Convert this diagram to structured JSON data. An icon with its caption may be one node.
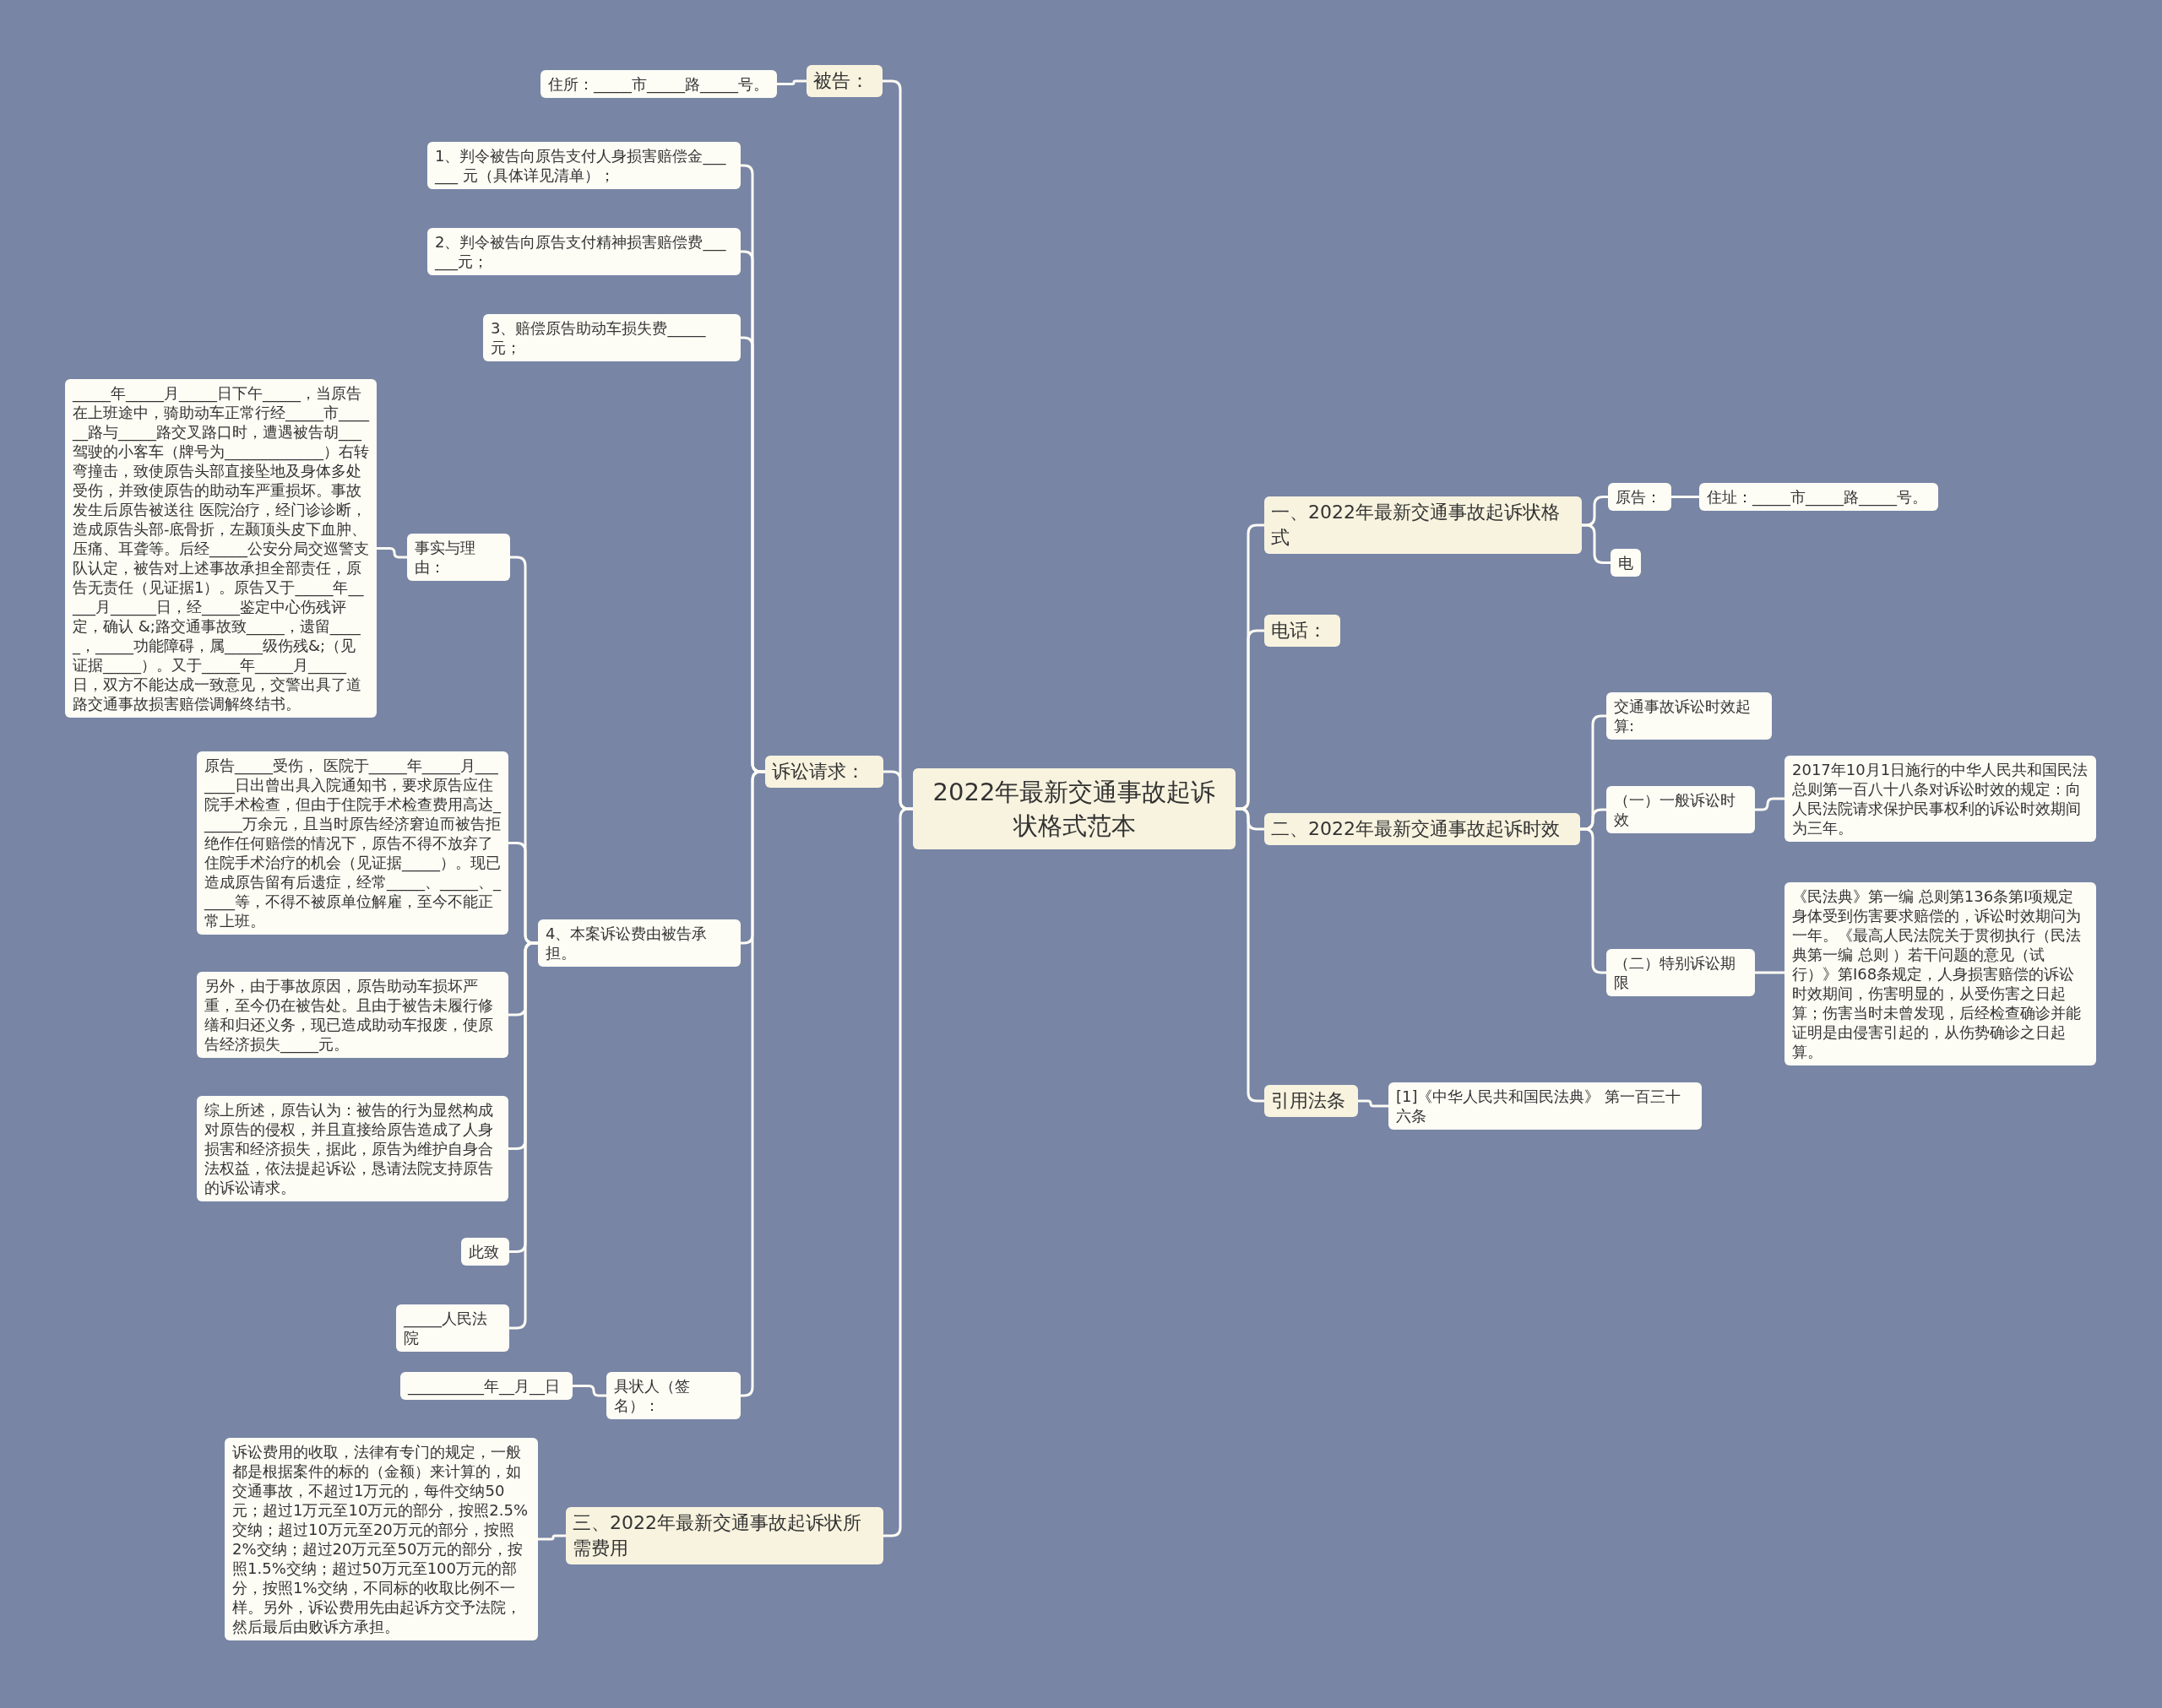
{
  "diagram": {
    "nodes": [
      {
        "text": [
          "2022年最新交通事故起诉状格式范本"
        ]
      },
      {
        "text": [
          "被告："
        ]
      },
      {
        "text": [
          "住所：_____市_____路_____号。"
        ]
      },
      {
        "text": [
          "诉讼请求："
        ]
      },
      {
        "text": [
          "1、判令被告向原告支付人身损害赔偿金______ 元（具体详见清单）；"
        ]
      },
      {
        "text": [
          "2、判令被告向原告支付精神损害赔偿费______元；"
        ]
      },
      {
        "text": [
          "3、赔偿原告助动车损失费_____元；"
        ]
      },
      {
        "text": [
          "4、本案诉讼费由被告承担。"
        ]
      },
      {
        "text": [
          "事实与理由："
        ]
      },
      {
        "text": [
          "_____年_____月_____日下午_____，当原告在上班途中，骑助动车正常行经_____市______路与_____路交叉路口时，遭遇被告胡___驾驶的小客车（牌号为_____________）右转弯撞击，致使原告头部直接坠地及身体多处受伤，并致使原告的助动车严重损坏。事故发生后原告被送往 医院治疗，经门诊诊断，造成原告头部-底骨折，左颞顶头皮下血肿、压痛、耳聋等。后经_____公安分局交巡警支队认定，被告对上述事故承担全部责任，原告无责任（见证据1）。原告又于_____年_____月______日，经_____鉴定中心伤残评定，确认 &;路交通事故致_____，遗留_____，_____功能障碍，属_____级伤残&;（见证据_____）。又于_____年_____月_____日，双方不能达成一致意见，交警出具了道路交通事故损害赔偿调解终结书。"
        ]
      },
      {
        "text": [
          "原告_____受伤， 医院于_____年_____月_______日出曾出具入院通知书，要求原告应住院手术检查，但由于住院手术检查费用高达______万余元，且当时原告经济窘迫而被告拒绝作任何赔偿的情况下，原告不得不放弃了住院手术治疗的机会（见证据_____）。现已造成原告留有后遗症，经常_____、_____、_____等，不得不被原单位解雇，至今不能正常上班。"
        ]
      },
      {
        "text": [
          "另外，由于事故原因，原告助动车损坏严重，至今仍在被告处。且由于被告未履行修缮和归还义务，现已造成助动车报废，使原告经济损失_____元。"
        ]
      },
      {
        "text": [
          "综上所述，原告认为：被告的行为显然构成对原告的侵权，并且直接给原告造成了人身损害和经济损失，据此，原告为维护自身合法权益，依法提起诉讼，恳请法院支持原告的诉讼请求。"
        ]
      },
      {
        "text": [
          "此致"
        ]
      },
      {
        "text": [
          "_____人民法院"
        ]
      },
      {
        "text": [
          "具状人（签名）："
        ]
      },
      {
        "text": [
          "__________年__月__日"
        ]
      },
      {
        "text": [
          "三、2022年最新交通事故起诉状所需费用"
        ]
      },
      {
        "text": [
          "诉讼费用的收取，法律有专门的规定，一般都是根据案件的标的（金额）来计算的，如交通事故，不超过1万元的，每件交纳50元；超过1万元至10万元的部分，按照2.5%交纳；超过10万元至20万元的部分，按照2%交纳；超过20万元至50万元的部分，按照1.5%交纳；超过50万元至100万元的部分，按照1%交纳，不同标的收取比例不一样。另外，诉讼费用先由起诉方交予法院，然后最后由败诉方承担。"
        ]
      },
      {
        "text": [
          "一、2022年最新交通事故起诉状格式"
        ]
      },
      {
        "text": [
          "原告："
        ]
      },
      {
        "text": [
          "住址：_____市_____路_____号。"
        ]
      },
      {
        "text": [
          "电"
        ]
      },
      {
        "text": [
          "电话："
        ]
      },
      {
        "text": [
          "二、2022年最新交通事故起诉时效"
        ]
      },
      {
        "text": [
          "交通事故诉讼时效起算:"
        ]
      },
      {
        "text": [
          "（一）一般诉讼时效"
        ]
      },
      {
        "text": [
          "2017年10月1日施行的中华人民共和国民法总则第一百八十八条对诉讼时效的规定：向人民法院请求保护民事权利的诉讼时效期间为三年。"
        ]
      },
      {
        "text": [
          "（二）特别诉讼期限"
        ]
      },
      {
        "text": [
          "《民法典》第一编 总则第136条第I项规定身体受到伤害要求赔偿的，诉讼时效期问为一年。《最高人民法院关于贯彻执行（民法典第一编 总则 ）若干问题的意见（试行）》第I68条规定，人身损害赔偿的诉讼时效期间，伤害明显的，从受伤害之日起算；伤害当时未曾发现，后经检查确诊并能证明是由侵害引起的，从伤势确诊之日起算。"
        ]
      },
      {
        "text": [
          "引用法条"
        ]
      },
      {
        "text": [
          "[1]《中华人民共和国民法典》 第一百三十六条"
        ]
      }
    ],
    "edges": [
      {
        "from": 0,
        "to": 1,
        "arrow": "none"
      },
      {
        "from": 1,
        "to": 2,
        "arrow": "none"
      },
      {
        "from": 0,
        "to": 3,
        "arrow": "none"
      },
      {
        "from": 3,
        "to": 4,
        "arrow": "none"
      },
      {
        "from": 3,
        "to": 5,
        "arrow": "none"
      },
      {
        "from": 3,
        "to": 6,
        "arrow": "none"
      },
      {
        "from": 3,
        "to": 7,
        "arrow": "none"
      },
      {
        "from": 7,
        "to": 8,
        "arrow": "none"
      },
      {
        "from": 8,
        "to": 9,
        "arrow": "none"
      },
      {
        "from": 7,
        "to": 10,
        "arrow": "none"
      },
      {
        "from": 7,
        "to": 11,
        "arrow": "none"
      },
      {
        "from": 7,
        "to": 12,
        "arrow": "none"
      },
      {
        "from": 7,
        "to": 13,
        "arrow": "none"
      },
      {
        "from": 7,
        "to": 14,
        "arrow": "none"
      },
      {
        "from": 3,
        "to": 15,
        "arrow": "none"
      },
      {
        "from": 15,
        "to": 16,
        "arrow": "none"
      },
      {
        "from": 0,
        "to": 17,
        "arrow": "none"
      },
      {
        "from": 17,
        "to": 18,
        "arrow": "none"
      },
      {
        "from": 0,
        "to": 19,
        "arrow": "none"
      },
      {
        "from": 19,
        "to": 20,
        "arrow": "none"
      },
      {
        "from": 20,
        "to": 21,
        "arrow": "none"
      },
      {
        "from": 19,
        "to": 22,
        "arrow": "none"
      },
      {
        "from": 0,
        "to": 23,
        "arrow": "none"
      },
      {
        "from": 0,
        "to": 24,
        "arrow": "none"
      },
      {
        "from": 24,
        "to": 25,
        "arrow": "none"
      },
      {
        "from": 24,
        "to": 26,
        "arrow": "none"
      },
      {
        "from": 26,
        "to": 27,
        "arrow": "none"
      },
      {
        "from": 24,
        "to": 28,
        "arrow": "none"
      },
      {
        "from": 28,
        "to": 29,
        "arrow": "none"
      },
      {
        "from": 0,
        "to": 30,
        "arrow": "none"
      },
      {
        "from": 30,
        "to": 31,
        "arrow": "none"
      }
    ]
  }
}
